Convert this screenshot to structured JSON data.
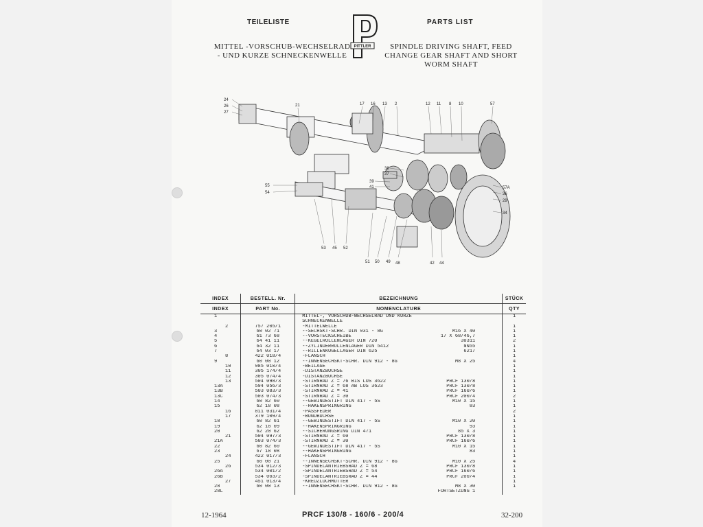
{
  "header": {
    "title_de": "TEILELISTE",
    "title_en": "PARTS LIST",
    "subtitle_de": [
      "MITTEL -VORSCHUB-WECHSELRAD",
      "- UND KURZE SCHNECKENWELLE"
    ],
    "subtitle_en": [
      "SPINDLE DRIVING SHAFT, FEED",
      "CHANGE GEAR SHAFT AND SHORT",
      "WORM SHAFT"
    ],
    "logo_text": "PITTLER"
  },
  "drawing": {
    "callouts": [
      {
        "label": "24"
      },
      {
        "label": "26"
      },
      {
        "label": "27"
      },
      {
        "label": "21"
      },
      {
        "label": "17"
      },
      {
        "label": "16"
      },
      {
        "label": "13"
      },
      {
        "label": "2"
      },
      {
        "label": "12"
      },
      {
        "label": "11"
      },
      {
        "label": "8"
      },
      {
        "label": "10"
      },
      {
        "label": "57"
      },
      {
        "label": "38"
      },
      {
        "label": "37"
      },
      {
        "label": "39"
      },
      {
        "label": "41"
      },
      {
        "label": "55"
      },
      {
        "label": "54"
      },
      {
        "label": "57A"
      },
      {
        "label": "36"
      },
      {
        "label": "29"
      },
      {
        "label": "34"
      },
      {
        "label": "53"
      },
      {
        "label": "45"
      },
      {
        "label": "52"
      },
      {
        "label": "51"
      },
      {
        "label": "50"
      },
      {
        "label": "49"
      },
      {
        "label": "48"
      },
      {
        "label": "42"
      },
      {
        "label": "44"
      }
    ]
  },
  "table": {
    "headers": {
      "index_de": "INDEX",
      "index_en": "INDEX",
      "part_de": "BESTELL. Nr.",
      "part_en": "PART No.",
      "desc_de": "BEZEICHNUNG",
      "desc_en": "NOMENCLATURE",
      "qty_de": "STÜCK",
      "qty_en": "QTY"
    },
    "rows": [
      {
        "ia": "1",
        "ib": "",
        "part": "",
        "desc": "MITTEL-, VORSCHUB-WECHSELRAD UND KURZE",
        "spec": "",
        "qty": "1"
      },
      {
        "ia": "",
        "ib": "",
        "part": "",
        "desc": "SCHNECKENWELLE",
        "spec": "",
        "qty": ""
      },
      {
        "ia": "",
        "ib": "2",
        "part": "757 205/1",
        "desc": "-MITTELWELLE",
        "spec": "",
        "qty": "1"
      },
      {
        "ia": "3",
        "ib": "",
        "part": "60 02 71",
        "desc": "--SECHSKT-SCHR. DIN 931 - 8G",
        "spec": "M16 X 40",
        "qty": "1"
      },
      {
        "ia": "4",
        "ib": "",
        "part": "61 73 68",
        "desc": "--VORSTECKSCHEIBE",
        "spec": "17 X 68/46,7",
        "qty": "1"
      },
      {
        "ia": "5",
        "ib": "",
        "part": "64 41 11",
        "desc": "--KEGELROLLENLAGER DIN 720",
        "spec": "30311",
        "qty": "2"
      },
      {
        "ia": "6",
        "ib": "",
        "part": "64 32 11",
        "desc": "--ZYLINDERROLLENLAGER DIN 5412",
        "spec": "NN55",
        "qty": "1"
      },
      {
        "ia": "7",
        "ib": "",
        "part": "64 03 17",
        "desc": "--RILLENKUGELLAGER DIN 625",
        "spec": "6217",
        "qty": "1"
      },
      {
        "ia": "",
        "ib": "8",
        "part": "422 018/4",
        "desc": "-FLANSCH",
        "spec": "",
        "qty": "1"
      },
      {
        "ia": "9",
        "ib": "",
        "part": "60 00 12",
        "desc": "--INNENSECHSKT-SCHR. DIN 912 - 8G",
        "spec": "M8 X 25",
        "qty": "4"
      },
      {
        "ia": "",
        "ib": "10",
        "part": "985 010/4",
        "desc": "-BEILAGE",
        "spec": "",
        "qty": "1"
      },
      {
        "ia": "",
        "ib": "11",
        "part": "305 174/4",
        "desc": "-DISTANZBÜCHSE",
        "spec": "",
        "qty": "1"
      },
      {
        "ia": "",
        "ib": "12",
        "part": "305 074/4",
        "desc": "-DISTANZBÜCHSE",
        "spec": "",
        "qty": "1"
      },
      {
        "ia": "",
        "ib": "13",
        "part": "504 098/3",
        "desc": "-STIRNRAD Z = 76 BIS LOS 3622",
        "spec": "PRCF 130/8",
        "qty": "1"
      },
      {
        "ia": "13A",
        "ib": "",
        "part": "594 056/3",
        "desc": "-STIRNRAD Z = 68 AB LOS 3623",
        "spec": "PRCF 130/8",
        "qty": "1"
      },
      {
        "ia": "13B",
        "ib": "",
        "part": "503 083/3",
        "desc": "-STIRNRAD Z = 41",
        "spec": "PRCF 160/6",
        "qty": "1"
      },
      {
        "ia": "13C",
        "ib": "",
        "part": "503 074/3",
        "desc": "-STIRNRAD Z = 30",
        "spec": "PRCF 200/4",
        "qty": "2"
      },
      {
        "ia": "14",
        "ib": "",
        "part": "60 82 60",
        "desc": "--GEWINDESTIFT DIN 417 - 5S",
        "spec": "M10 X 15",
        "qty": "1"
      },
      {
        "ia": "15",
        "ib": "",
        "part": "62 18 08",
        "desc": "--HAKENSPRINGRING",
        "spec": "83",
        "qty": "1"
      },
      {
        "ia": "",
        "ib": "16",
        "part": "811 031/4",
        "desc": "-PASSFEDER",
        "spec": "",
        "qty": "2"
      },
      {
        "ia": "",
        "ib": "17",
        "part": "379 109/4",
        "desc": "-BUNDBÜCHSE",
        "spec": "",
        "qty": "1"
      },
      {
        "ia": "18",
        "ib": "",
        "part": "60 82 61",
        "desc": "--GEWINDESTIFT DIN 417 - 5S",
        "spec": "M10 X 20",
        "qty": "1"
      },
      {
        "ia": "19",
        "ib": "",
        "part": "62 18 09",
        "desc": "--HAKENSPRINGRING",
        "spec": "93",
        "qty": "1"
      },
      {
        "ia": "20",
        "ib": "",
        "part": "62 20 62",
        "desc": "--SICHERUNGSRING DIN 471",
        "spec": "85 X 3",
        "qty": "1"
      },
      {
        "ia": "",
        "ib": "21",
        "part": "504 097/3",
        "desc": "-STIRNRAD Z = 60",
        "spec": "PRCF 130/8",
        "qty": "1"
      },
      {
        "ia": "21A",
        "ib": "",
        "part": "503 074/3",
        "desc": "-STIRNRAD Z = 30",
        "spec": "PRCF 160/6",
        "qty": "1"
      },
      {
        "ia": "22",
        "ib": "",
        "part": "60 82 60",
        "desc": "--GEWINDESTIFT DIN 417 - 5S",
        "spec": "M10 X 15",
        "qty": "1"
      },
      {
        "ia": "23",
        "ib": "",
        "part": "67 18 08",
        "desc": "--HAKENSPRINGRING",
        "spec": "83",
        "qty": "1"
      },
      {
        "ia": "",
        "ib": "24",
        "part": "422 017/3",
        "desc": "-FLANSCH",
        "spec": "",
        "qty": "1"
      },
      {
        "ia": "25",
        "ib": "",
        "part": "60 00 21",
        "desc": "--INNENSECHSKT-SCHR. DIN 912 - 8G",
        "spec": "M10 X 25",
        "qty": "4"
      },
      {
        "ia": "",
        "ib": "26",
        "part": "534 012/3",
        "desc": "-SPINDELANTRIEBSRAD Z = 68",
        "spec": "PRCF 130/8",
        "qty": "1"
      },
      {
        "ia": "26A",
        "ib": "",
        "part": "534 001/2",
        "desc": "-SPINDELANTRIEBSRAD Z = 54",
        "spec": "PRCF 160/6",
        "qty": "1"
      },
      {
        "ia": "26B",
        "ib": "",
        "part": "534 003/2",
        "desc": "-SPINDELANTRIEBSRAD Z = 44",
        "spec": "PRCF 200/4",
        "qty": "1"
      },
      {
        "ia": "",
        "ib": "27",
        "part": "451 013/4",
        "desc": "-KREUZLOCHMUTTER",
        "spec": "",
        "qty": "1"
      },
      {
        "ia": "28",
        "ib": "",
        "part": "60 00 13",
        "desc": "--INNENSECHSKT-SCHR. DIN 912 - 8G",
        "spec": "M8 X 30",
        "qty": "1"
      },
      {
        "ia": "28L",
        "ib": "",
        "part": "",
        "desc": "",
        "spec": "FORTSETZUNG 1",
        "qty": ""
      }
    ]
  },
  "footer": {
    "date": "12-1964",
    "models": "PRCF 130/8 - 160/6 - 200/4",
    "page": "32-200"
  }
}
